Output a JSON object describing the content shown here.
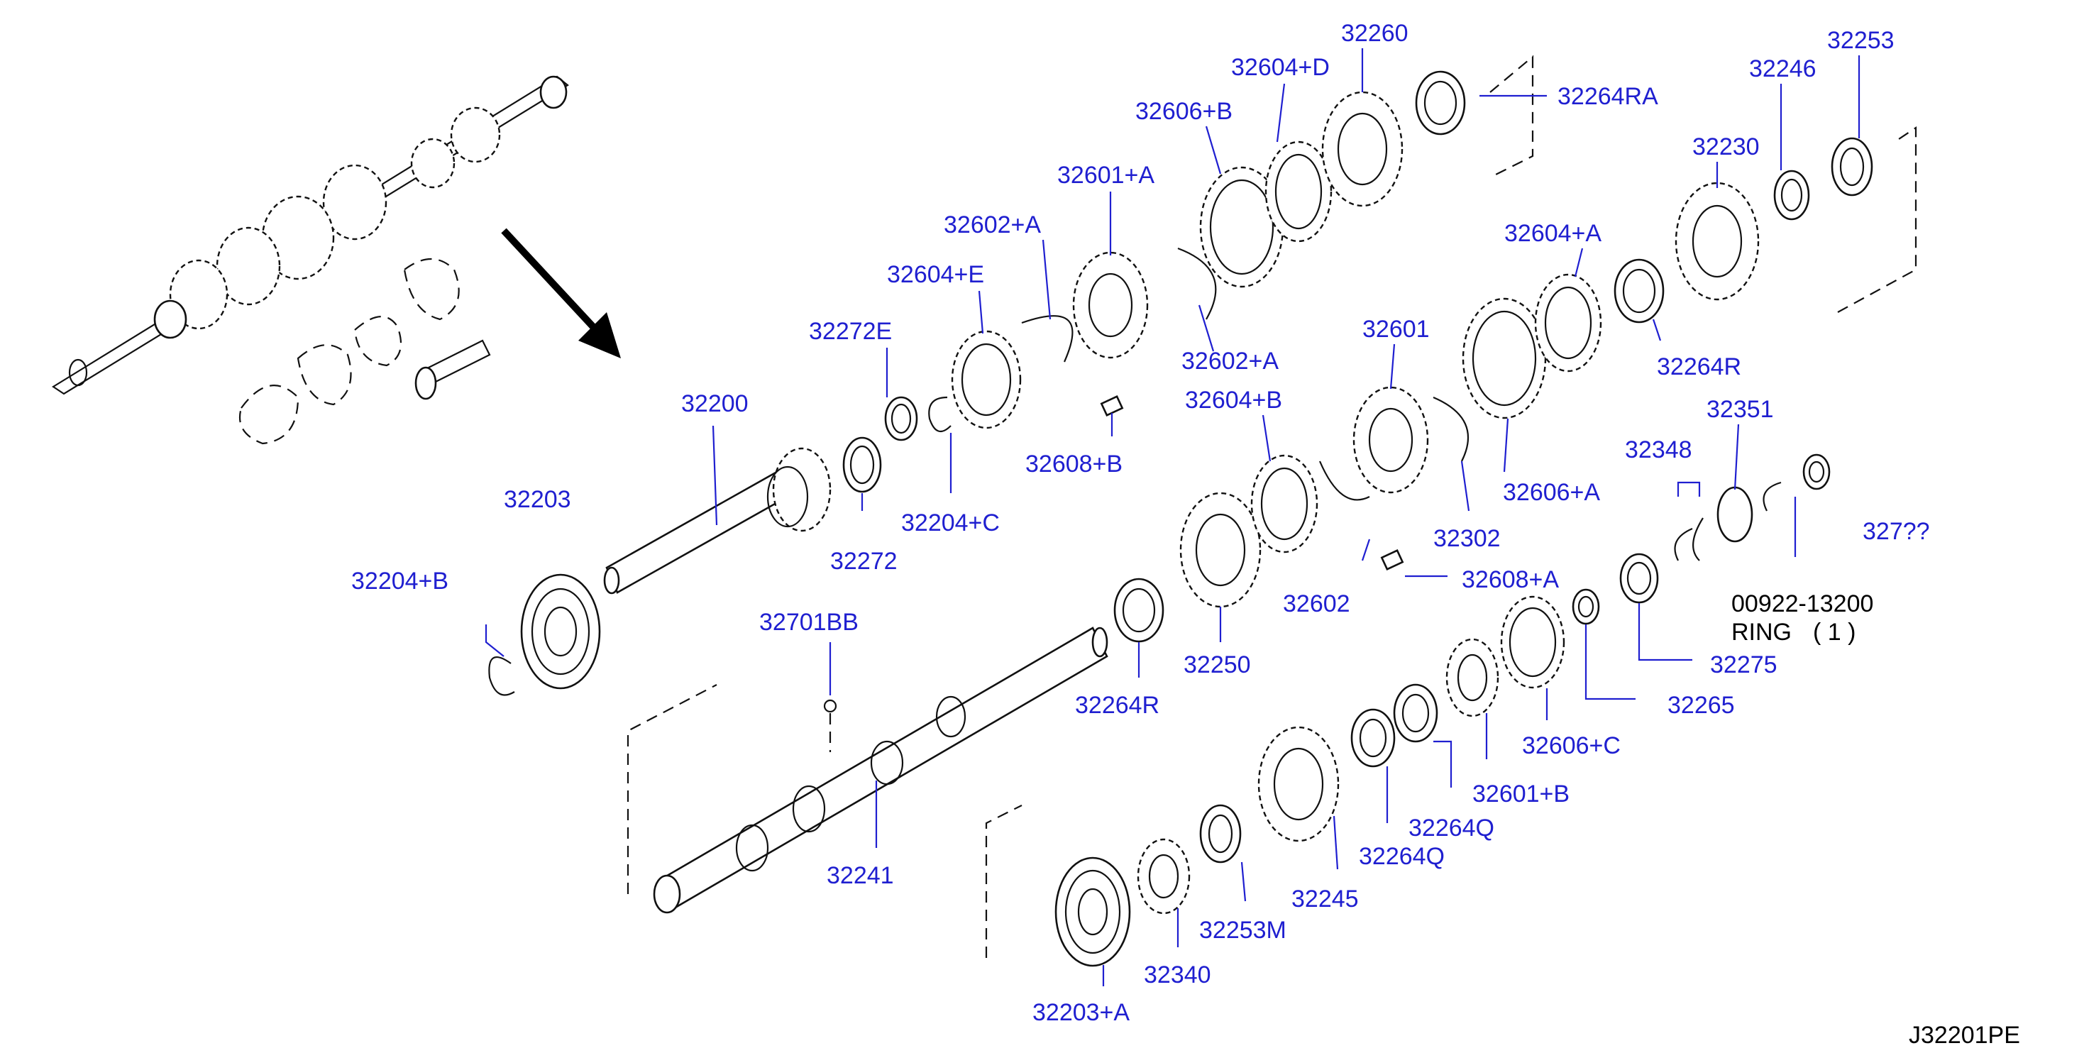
{
  "diagram_id": "J32201PE",
  "labels": {
    "l32260": "32260",
    "l32604D": "32604+D",
    "l32264RA": "32264RA",
    "l32606B": "32606+B",
    "l32253": "32253",
    "l32246": "32246",
    "l32601A": "32601+A",
    "l32230": "32230",
    "l32602A_top": "32602+A",
    "l32604A": "32604+A",
    "l32604E": "32604+E",
    "l32272E": "32272E",
    "l32602A_mid": "32602+A",
    "l32601": "32601",
    "l32264R_right": "32264R",
    "l32200": "32200",
    "l32604B": "32604+B",
    "l32351": "32351",
    "l32608B": "32608+B",
    "l32348": "32348",
    "l32606A": "32606+A",
    "l32203": "32203",
    "l32204C": "32204+C",
    "l32701_partial": "327??",
    "l32272_partial": "32272",
    "l32302_partial": "32302",
    "l32608A": "32608+A",
    "l32204B": "32204+B",
    "l32602": "32602",
    "l00922": "00922-13200",
    "lRing": "RING",
    "lRingQty": "( 1 )",
    "l32701BB": "32701BB",
    "l32250": "32250",
    "l32275": "32275",
    "l32264R_mid": "32264R",
    "l32265": "32265",
    "l32606C": "32606+C",
    "l32601B": "32601+B",
    "l32264Q_a": "32264Q",
    "l32264Q_b": "32264Q",
    "l32241": "32241",
    "l32245": "32245",
    "l32253M": "32253M",
    "l32340": "32340",
    "l32203A": "32203+A",
    "lCode": "J32201PE"
  }
}
